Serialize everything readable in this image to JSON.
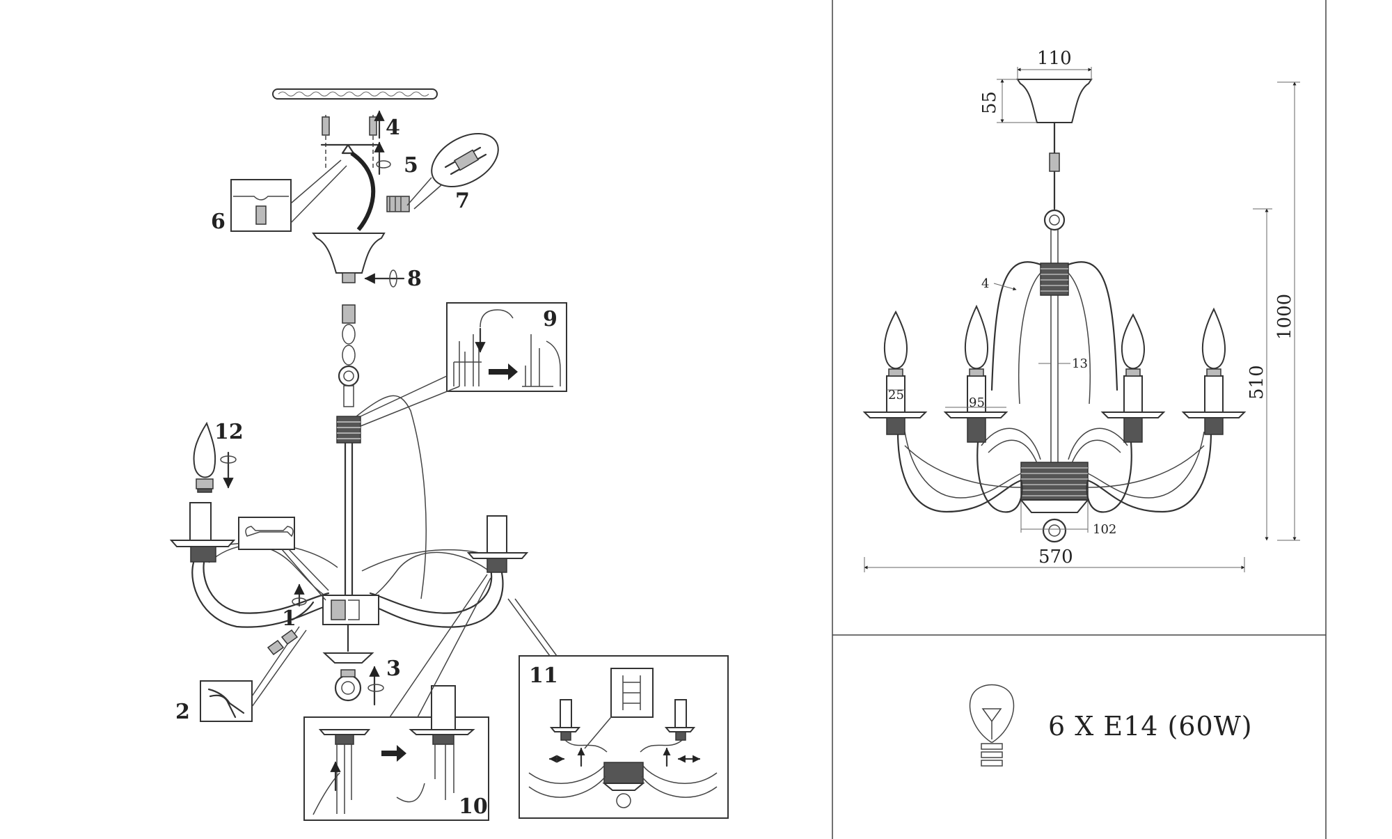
{
  "assembly": {
    "steps": [
      "1",
      "2",
      "3",
      "4",
      "5",
      "6",
      "7",
      "8",
      "9",
      "10",
      "11",
      "12"
    ]
  },
  "dimensions": {
    "canopy_width": "110",
    "canopy_height": "55",
    "wire": "4",
    "rod": "13",
    "cup": "25",
    "pan": "95",
    "body": "102",
    "width": "570",
    "total_height": "1000",
    "body_height": "510"
  },
  "bulb": {
    "spec": "6 X E14 (60W)",
    "icon": "light-bulb-icon"
  }
}
